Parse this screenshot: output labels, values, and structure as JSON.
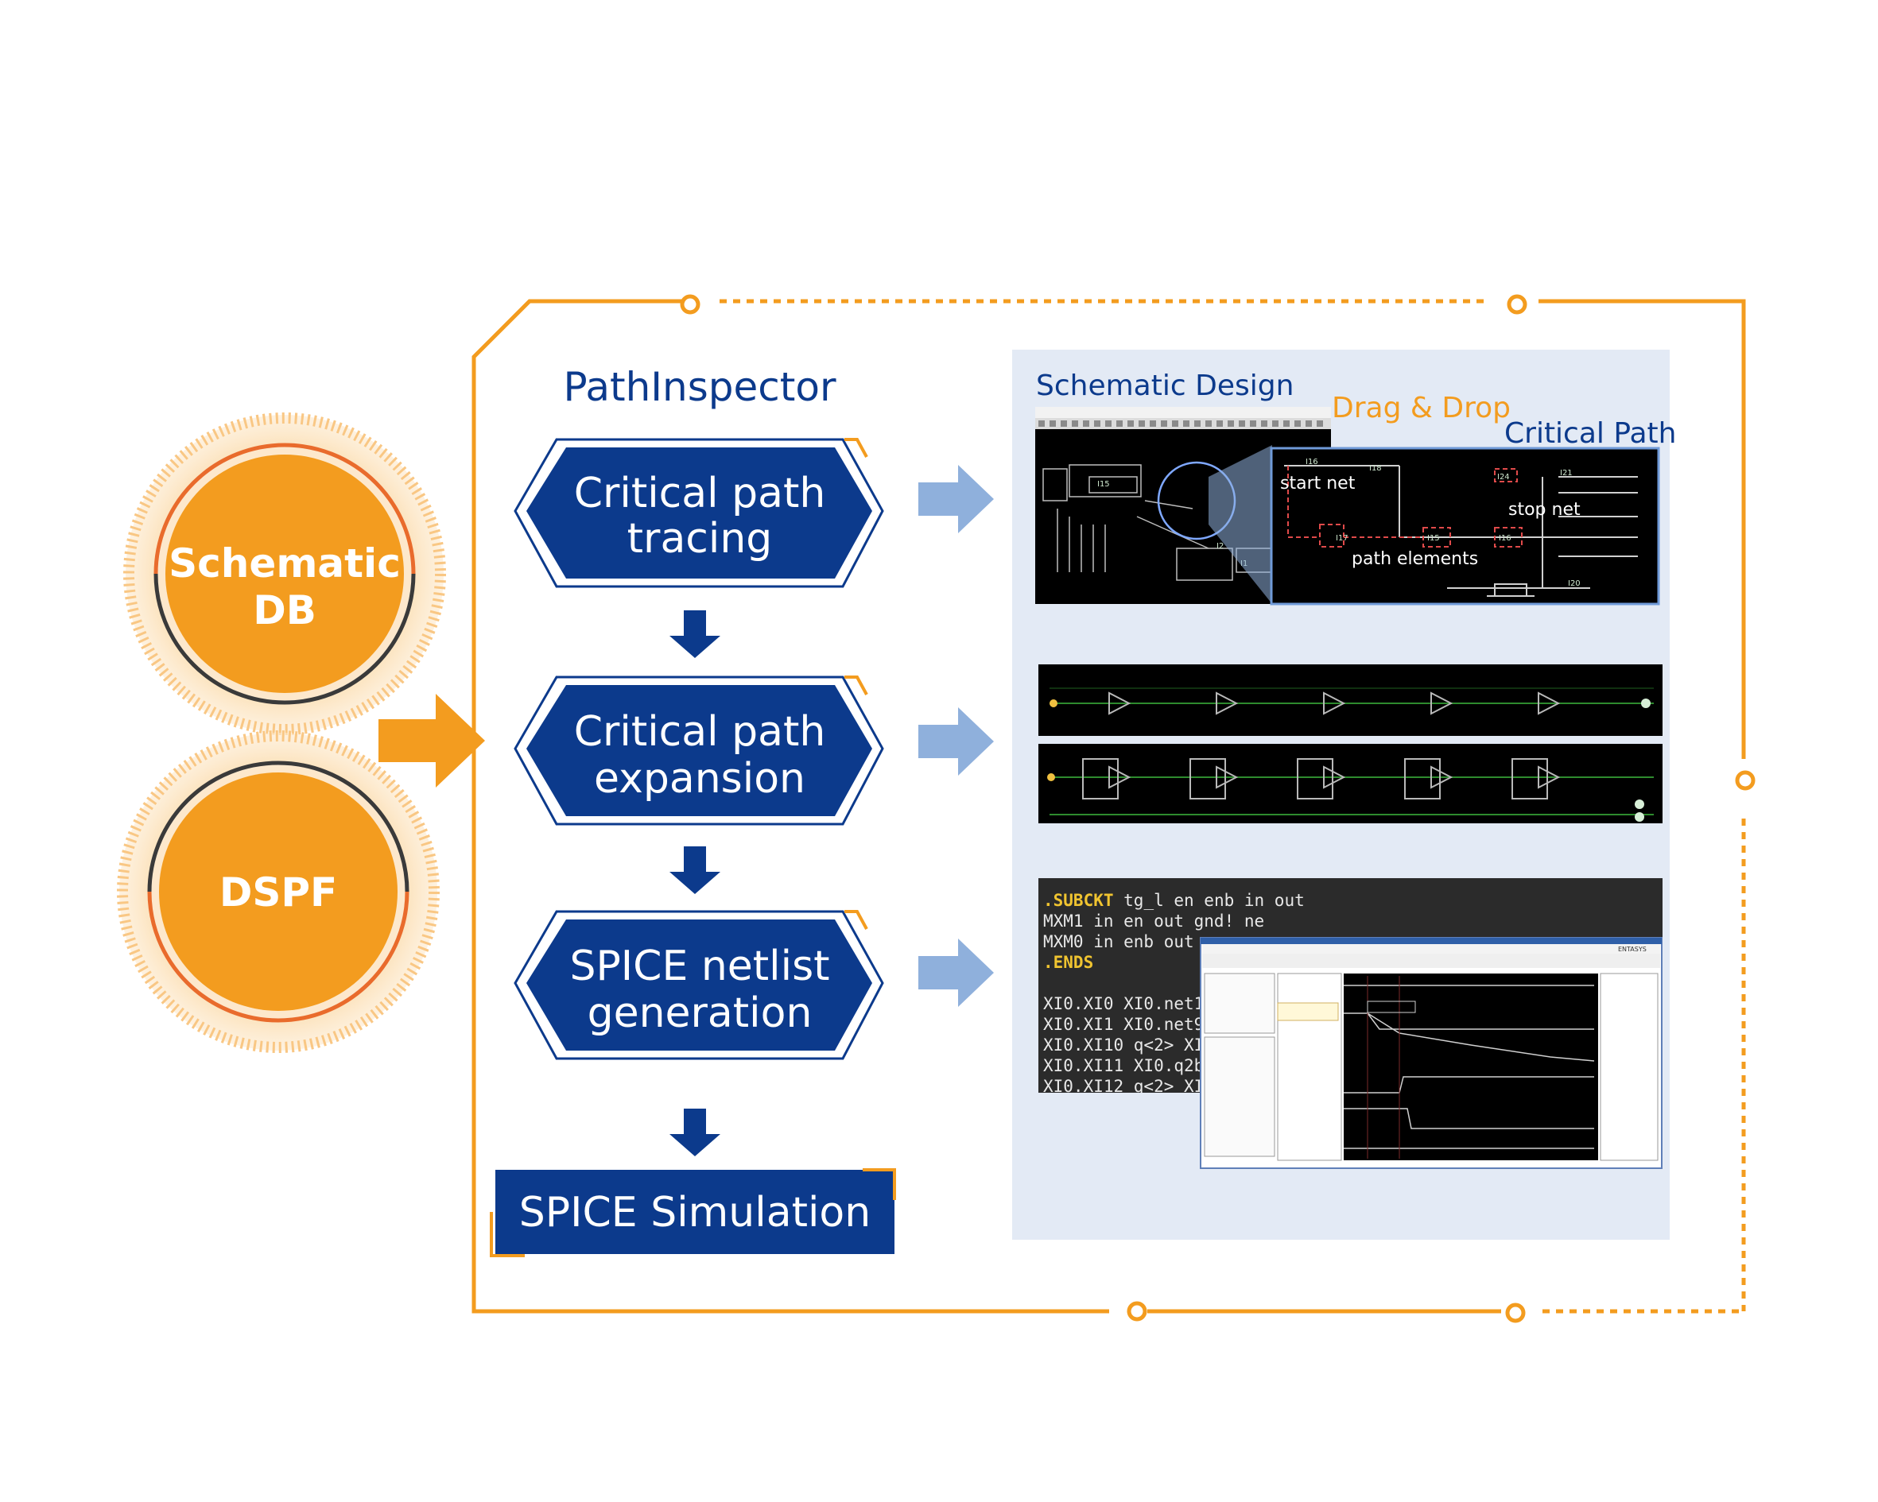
{
  "inputs": {
    "schematic_db": [
      "Schematic",
      "DB"
    ],
    "dspf": "DSPF"
  },
  "tool_title": "PathInspector",
  "steps": [
    {
      "line1": "Critical path",
      "line2": "tracing"
    },
    {
      "line1": "Critical path",
      "line2": "expansion"
    },
    {
      "line1": "SPICE netlist",
      "line2": "generation"
    }
  ],
  "final_step": "SPICE Simulation",
  "panel": {
    "schematic_design": "Schematic Design",
    "drag_drop": "Drag & Drop",
    "critical_path": "Critical Path",
    "start_net": "start net",
    "stop_net": "stop net",
    "path_elements": "path elements",
    "netlist_lines": [
      ".SUBCKT tg_l en enb in out",
      "MXM1 in en out gnd! ne",
      "MXM0 in enb out v",
      ".ENDS",
      "",
      "XI0.XI0 XI0.net10",
      "XI0.XI1 XI0.net94",
      "XI0.XI10 q<2> XI0",
      "XI0.XI11 XI0.q2b",
      "XI0.XI12 q<2> XI0"
    ],
    "waveform_logo": "ENTASYS"
  },
  "colors": {
    "orange": "#f39c1f",
    "navy": "#0c3a8c",
    "arrow_light": "#8fb0dc",
    "panel_bg": "#e3eaf5"
  }
}
